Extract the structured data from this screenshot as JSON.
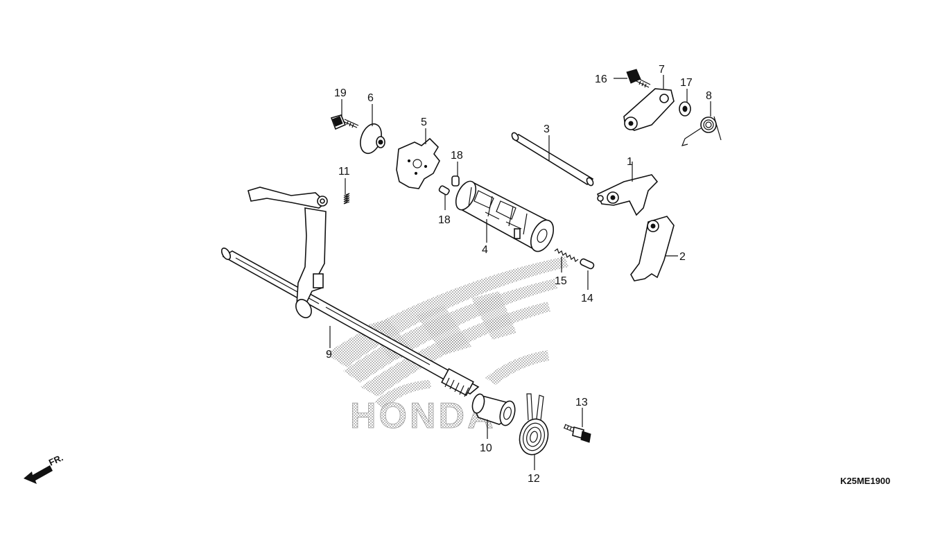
{
  "diagram": {
    "colors": {
      "ink": "#111111",
      "watermark": "#9a9a9a",
      "background": "#ffffff"
    },
    "callouts": [
      "1",
      "2",
      "3",
      "4",
      "5",
      "6",
      "7",
      "8",
      "9",
      "10",
      "11",
      "12",
      "13",
      "14",
      "15",
      "16",
      "17",
      "18",
      "18",
      "19"
    ],
    "drawing_code": "K25ME1900",
    "front_indicator": "FR.",
    "watermark": "HONDA"
  }
}
